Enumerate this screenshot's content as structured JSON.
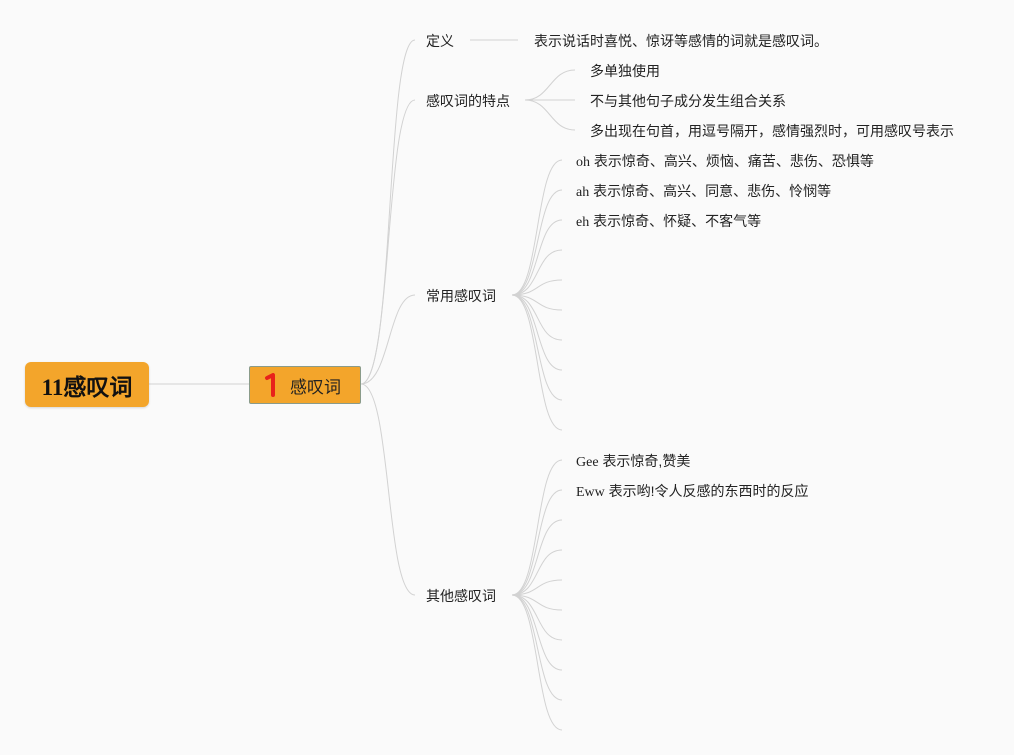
{
  "root": {
    "title": "11感叹词"
  },
  "topic": {
    "number": "1",
    "title": "感叹词"
  },
  "branches": {
    "definition": {
      "label": "定义",
      "text": "表示说话时喜悦、惊讶等感情的词就是感叹词。"
    },
    "features": {
      "label": "感叹词的特点",
      "items": [
        "多单独使用",
        "不与其他句子成分发生组合关系",
        "多出现在句首，用逗号隔开，感情强烈时，可用感叹号表示"
      ]
    },
    "common": {
      "label": "常用感叹词",
      "items": [
        {
          "word": "oh",
          "meaning": "表示惊奇、高兴、烦恼、痛苦、悲伤、恐惧等"
        },
        {
          "word": "ah",
          "meaning": "表示惊奇、高兴、同意、悲伤、怜悯等"
        },
        {
          "word": "eh",
          "meaning": "表示惊奇、怀疑、不客气等"
        }
      ]
    },
    "other": {
      "label": "其他感叹词",
      "items": [
        {
          "word": "Gee",
          "meaning": "表示惊奇,赞美"
        },
        {
          "word": "Eww",
          "meaning": "表示哟!令人反感的东西时的反应"
        }
      ]
    }
  },
  "colors": {
    "node_fill": "#f3a52b",
    "line": "#cfcfcf",
    "number_icon": "#e8221b",
    "background": "#fafafa"
  }
}
